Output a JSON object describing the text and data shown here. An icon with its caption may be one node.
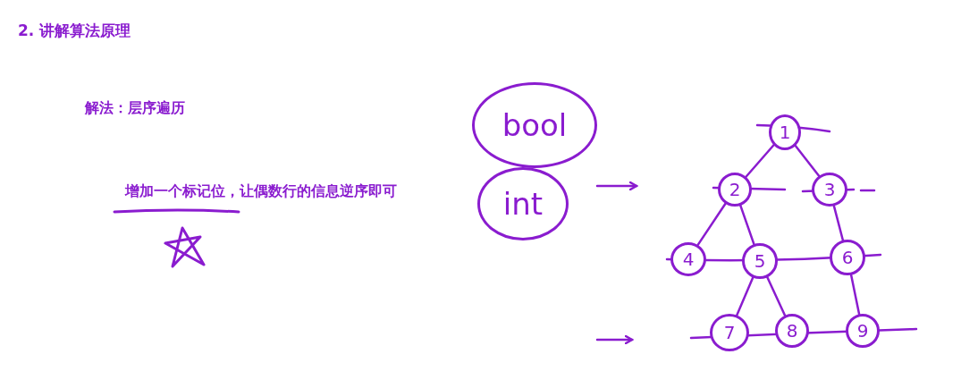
{
  "diagram": {
    "title": "2. 讲解算法原理",
    "nodes": [
      {
        "text": [
          "bool"
        ]
      },
      {
        "text": [
          "int"
        ]
      },
      {
        "text": [
          "1"
        ]
      },
      {
        "text": [
          "2"
        ]
      },
      {
        "text": [
          "3"
        ]
      },
      {
        "text": [
          "4"
        ]
      },
      {
        "text": [
          "5"
        ]
      },
      {
        "text": [
          "6"
        ]
      },
      {
        "text": [
          "7"
        ]
      },
      {
        "text": [
          "8"
        ]
      },
      {
        "text": [
          "9"
        ]
      }
    ],
    "edges": [
      {
        "from": 2,
        "to": 3,
        "arrow": "none"
      },
      {
        "from": 2,
        "to": 4,
        "arrow": "none"
      },
      {
        "from": 3,
        "to": 5,
        "arrow": "none"
      },
      {
        "from": 3,
        "to": 6,
        "arrow": "none"
      },
      {
        "from": 4,
        "to": 7,
        "arrow": "none"
      },
      {
        "from": 6,
        "to": 8,
        "arrow": "none"
      },
      {
        "from": 6,
        "to": 9,
        "arrow": "none"
      },
      {
        "from": 7,
        "to": 10,
        "arrow": "none"
      }
    ],
    "labels": [
      "解法：层序遍历",
      "增加一个标记位，让偶数行的信息逆序即可"
    ]
  }
}
